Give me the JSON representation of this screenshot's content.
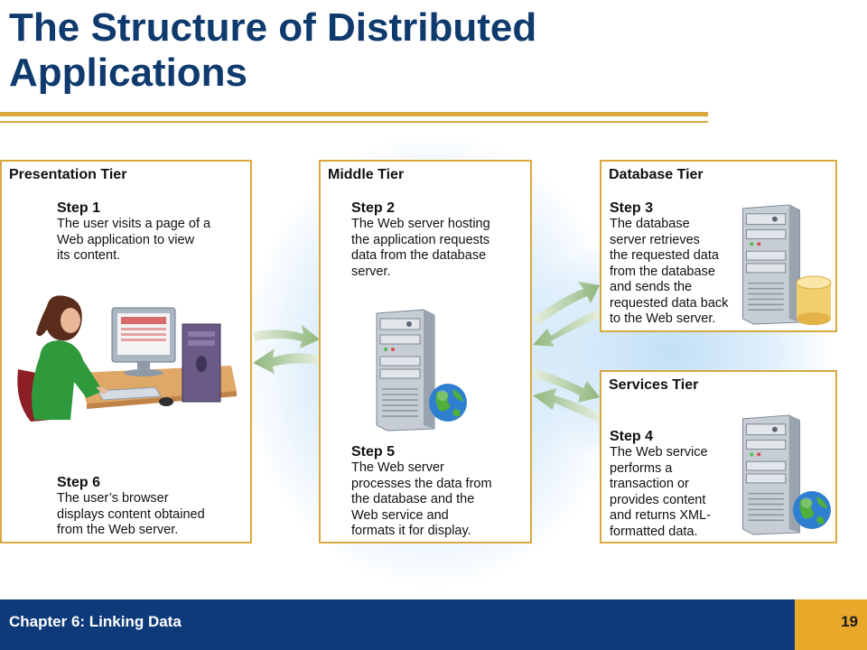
{
  "slide": {
    "title": "The Structure of Distributed Applications",
    "footer": "Chapter 6: Linking Data",
    "page_number": "19"
  },
  "tiers": {
    "presentation": {
      "title": "Presentation Tier",
      "step1_title": "Step 1",
      "step1_text": "The user visits a page of a\nWeb application to view\nits content.",
      "step6_title": "Step 6",
      "step6_text": "The user’s browser\ndisplays content obtained\nfrom the Web server."
    },
    "middle": {
      "title": "Middle Tier",
      "step2_title": "Step 2",
      "step2_text": "The Web server hosting\nthe application requests\ndata from the database\nserver.",
      "step5_title": "Step 5",
      "step5_text": "The Web server\nprocesses the data from\nthe database and the\nWeb service and\nformats it for display."
    },
    "database": {
      "title": "Database Tier",
      "step3_title": "Step 3",
      "step3_text": "The database\nserver retrieves\nthe requested data\nfrom the database\nand sends the\nrequested data back\nto the Web server."
    },
    "services": {
      "title": "Services Tier",
      "step4_title": "Step 4",
      "step4_text": "The Web service\nperforms a\ntransaction or\nprovides content\nand returns XML-\nformatted data."
    }
  },
  "colors": {
    "title_blue": "#0e3a6e",
    "tier_border": "#d9a83e",
    "footer_blue": "#0e3a7a",
    "footer_gold": "#e8a92a",
    "arrow_green": "#9dbf8a"
  },
  "icons": [
    "user-at-computer-illustration",
    "server-icon",
    "globe-icon",
    "database-cylinder-icon",
    "arrow-icon"
  ]
}
